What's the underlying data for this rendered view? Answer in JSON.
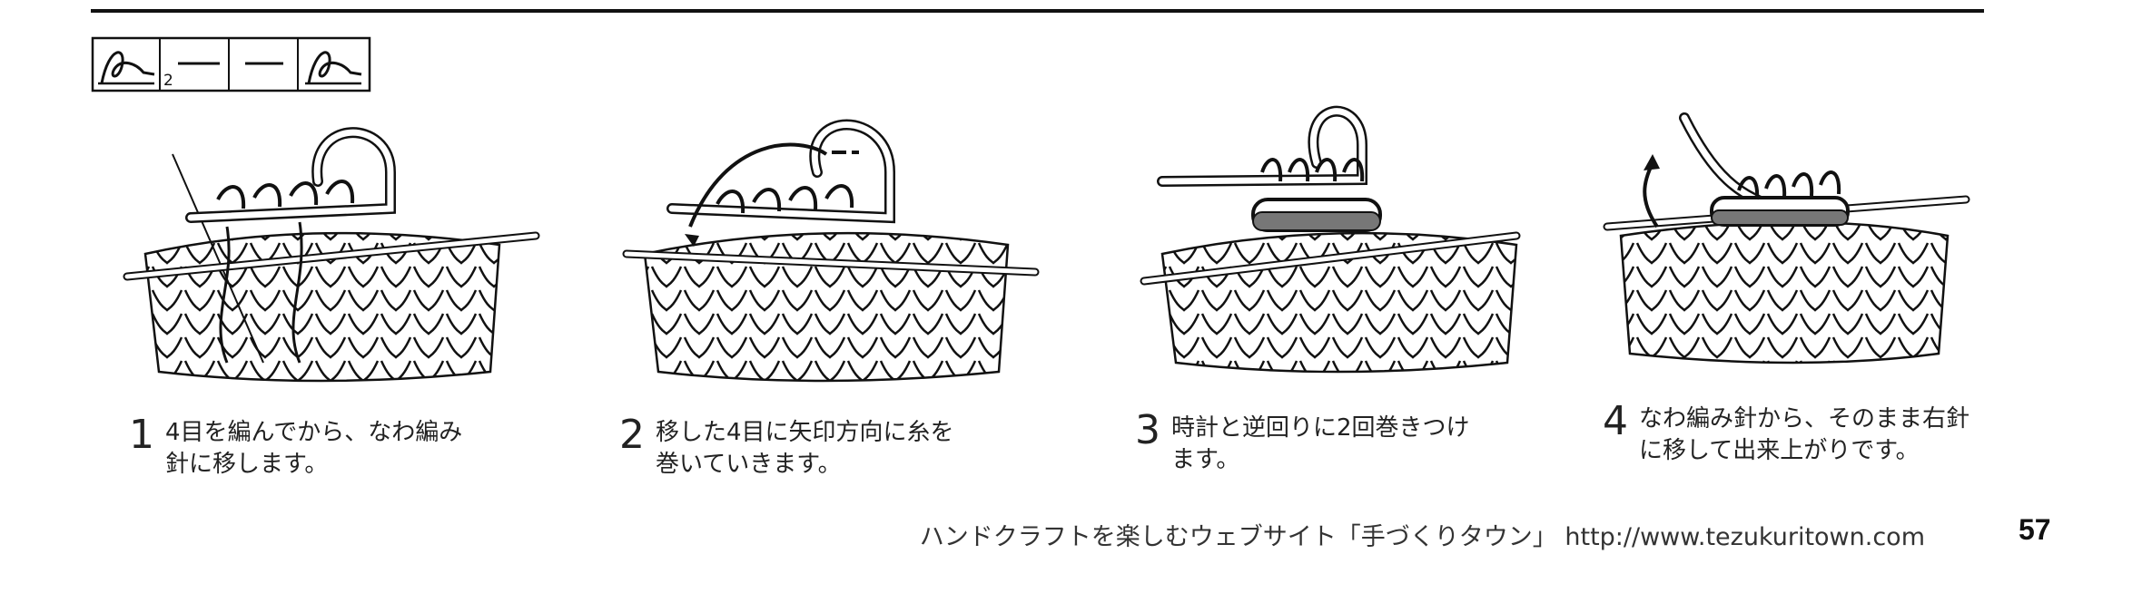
{
  "symbol": {
    "repeat_count": "2"
  },
  "steps": [
    {
      "number": "1",
      "line1": "4目を編んでから、なわ編み",
      "line2": "針に移します。"
    },
    {
      "number": "2",
      "line1": "移した4目に矢印方向に糸を",
      "line2": "巻いていきます。"
    },
    {
      "number": "3",
      "line1": "時計と逆回りに2回巻きつけ",
      "line2": "ます。"
    },
    {
      "number": "4",
      "line1": "なわ編み針から、そのまま右針",
      "line2": "に移して出来上がりです。"
    }
  ],
  "footer": {
    "text": "ハンドクラフトを楽しむウェブサイト「手づくりタウン」 http://www.tezukuritown.com"
  },
  "page_number": "57",
  "colors": {
    "line": "#111111",
    "yarn": "#ffffff",
    "wrap": "#555555"
  }
}
